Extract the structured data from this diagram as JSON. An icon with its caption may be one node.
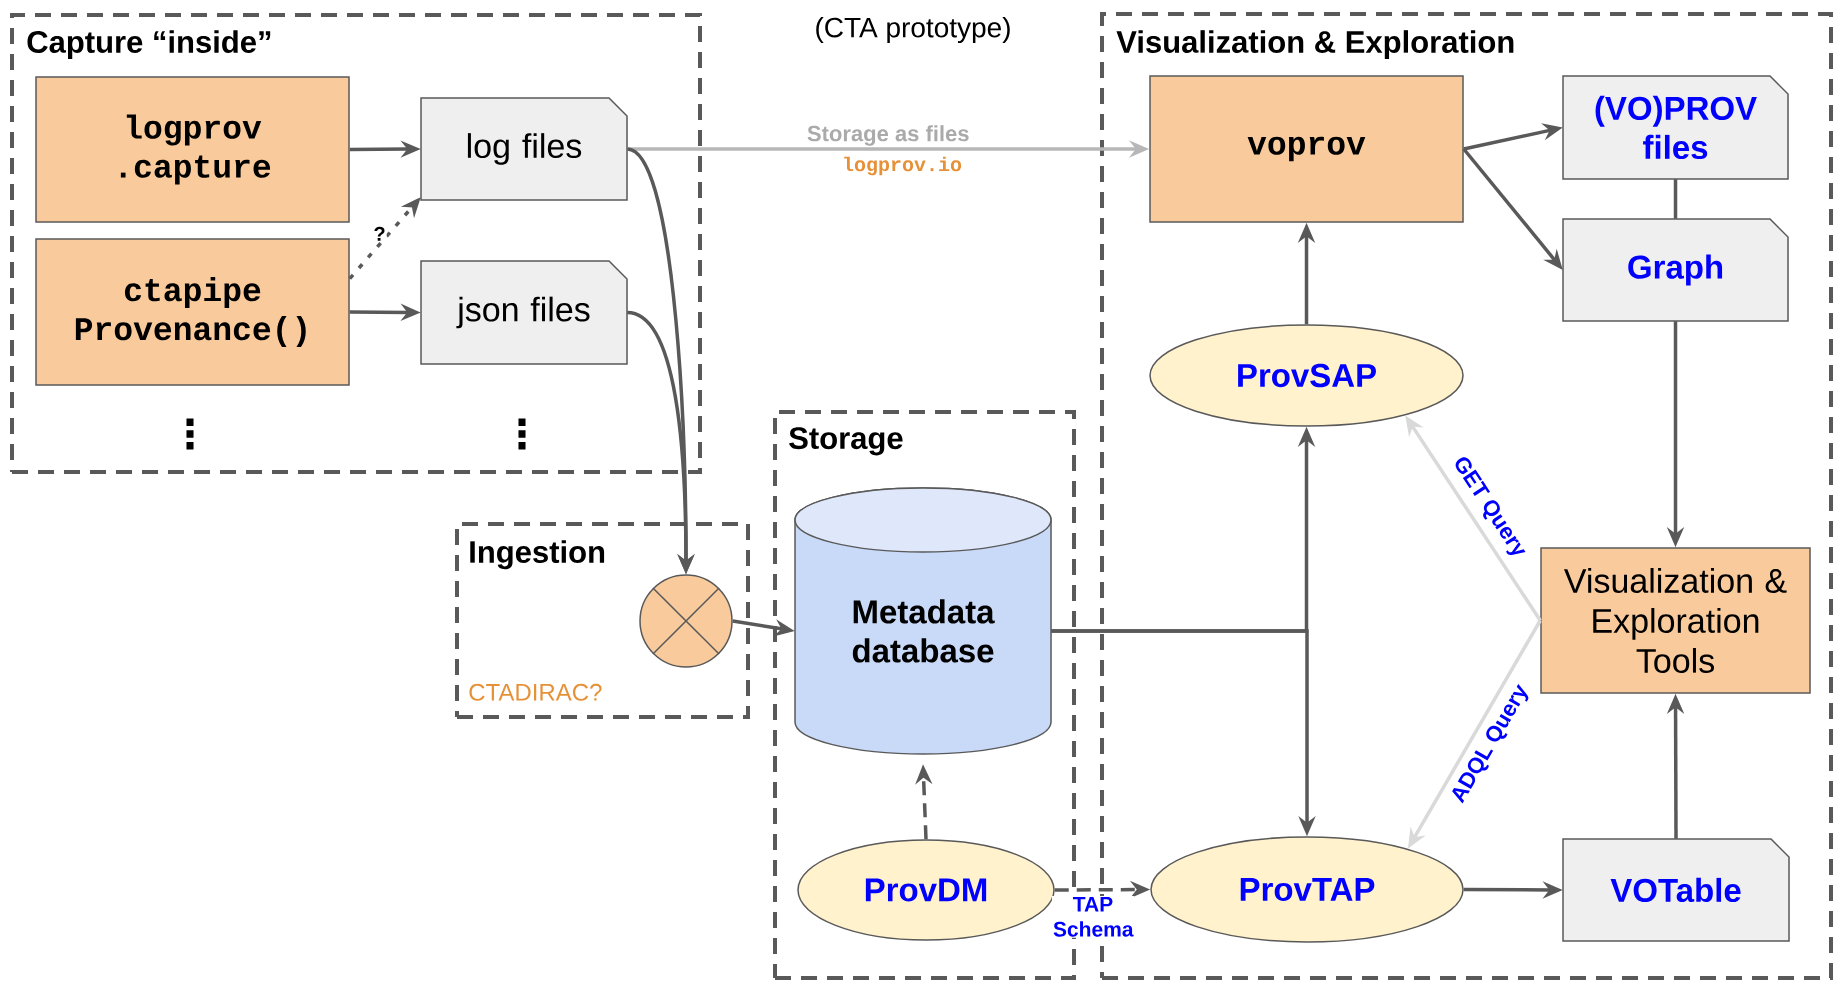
{
  "diagram": {
    "nodes": [
      {
        "text": [
          "Capture “inside”"
        ]
      },
      {
        "text": [
          "logprov .capture"
        ],
        "in": 0
      },
      {
        "text": [
          "ctapipe Provenance()"
        ],
        "in": 0
      },
      {
        "text": [
          "log files"
        ],
        "in": 0
      },
      {
        "text": [
          "json files"
        ],
        "in": 0
      },
      {
        "text": [
          "Ingestion",
          "CTADIRAC?"
        ]
      },
      {
        "text": [],
        "shape": "circle",
        "in": 5
      },
      {
        "text": [
          "Storage"
        ]
      },
      {
        "text": [
          "Metadata database"
        ],
        "in": 7
      },
      {
        "text": [
          "ProvDM"
        ],
        "in": 7
      },
      {
        "text": [
          "Visualization & Exploration"
        ]
      },
      {
        "text": [
          "voprov"
        ],
        "in": 10
      },
      {
        "text": [
          "(VO)PROV files"
        ],
        "in": 10
      },
      {
        "text": [
          "Graph"
        ],
        "in": 10
      },
      {
        "text": [
          "ProvSAP"
        ],
        "in": 10
      },
      {
        "text": [
          "Visualization & Exploration Tools"
        ],
        "in": 10
      },
      {
        "text": [
          "ProvTAP"
        ],
        "in": 10
      },
      {
        "text": [
          "VOTable"
        ],
        "in": 10
      }
    ],
    "edges": [
      {
        "from": 1,
        "to": 3,
        "arrow": "to"
      },
      {
        "from": 2,
        "to": 3,
        "arrow": "to",
        "label": "?",
        "style": "dashed"
      },
      {
        "from": 2,
        "to": 4,
        "arrow": "to"
      },
      {
        "from": 3,
        "to": 11,
        "arrow": "to",
        "label": "Storage as files",
        "color": "#b7b7b7"
      },
      {
        "from": 3,
        "to": 6,
        "arrow": "to"
      },
      {
        "from": 4,
        "to": 6,
        "arrow": "to"
      },
      {
        "from": 6,
        "to": 8,
        "arrow": "to"
      },
      {
        "from": 9,
        "to": 8,
        "arrow": "to",
        "style": "dashed"
      },
      {
        "from": 9,
        "to": 16,
        "arrow": "to",
        "style": "dashed",
        "label": "TAP Schema"
      },
      {
        "from": 8,
        "to": 14,
        "arrow": "to"
      },
      {
        "from": 8,
        "to": 16,
        "arrow": "to"
      },
      {
        "from": 14,
        "to": 11,
        "arrow": "to"
      },
      {
        "from": 11,
        "to": 12,
        "arrow": "to"
      },
      {
        "from": 11,
        "to": 13,
        "arrow": "to"
      },
      {
        "from": 12,
        "to": 13,
        "arrow": "none"
      },
      {
        "from": 13,
        "to": 15,
        "arrow": "to"
      },
      {
        "from": 17,
        "to": 15,
        "arrow": "to"
      },
      {
        "from": 16,
        "to": 17,
        "arrow": "to"
      },
      {
        "from": 15,
        "to": 14,
        "arrow": "to",
        "label": "GET Query",
        "color": "#d9d9d9"
      },
      {
        "from": 15,
        "to": 16,
        "arrow": "to",
        "label": "ADQL Query",
        "color": "#d9d9d9"
      }
    ],
    "labels": [
      "(CTA prototype)",
      "logprov.io",
      "⋮",
      "⋮"
    ]
  }
}
